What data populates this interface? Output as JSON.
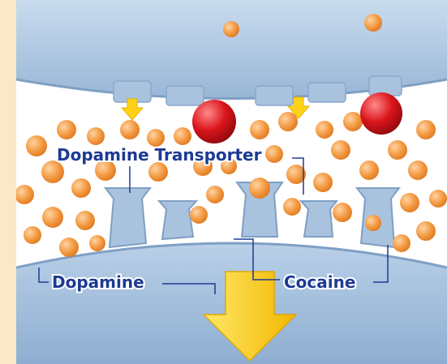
{
  "labels": {
    "transporter": "Dopamine Transporter",
    "dopamine": "Dopamine",
    "cocaine": "Cocaine"
  },
  "colors": {
    "background": "#f9e9c8",
    "membrane": "#a9c3df",
    "membrane_light": "#cfe0f0",
    "synapse": "#ffffff",
    "dopamine": "#f39a42",
    "cocaine": "#d9141b",
    "arrow": "#ffd21a",
    "label": "#1d3a93"
  }
}
